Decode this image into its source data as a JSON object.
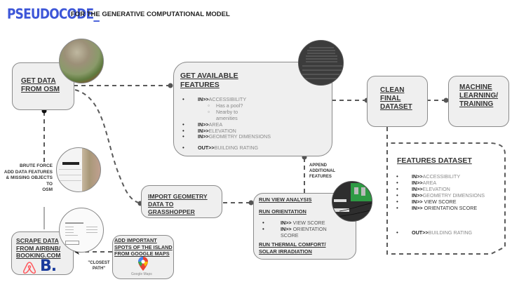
{
  "header": {
    "title": "PSEUDOCODE_",
    "subtitle": "FOR THE GENERATIVE COMPUTATIONAL MODEL",
    "title_color": "#3d56d8"
  },
  "nodes": {
    "get_data_osm": {
      "title_line1": "GET DATA",
      "title_line2": "FROM OSM"
    },
    "get_features": {
      "title_line1": "GET AVAILABLE",
      "title_line2": "FEATURES",
      "items": [
        {
          "prefix": "IN>>",
          "value": "ACCESSIBILITY"
        },
        {
          "sub": "Has a pool?"
        },
        {
          "sub": "Nearby to amenities"
        },
        {
          "prefix": "IN>>",
          "value": "AREA"
        },
        {
          "prefix": "IN>>",
          "value": "ELEVATION"
        },
        {
          "prefix": "IN>>",
          "value": "GEOMETRY DIMENSIONS"
        },
        {
          "prefix": "OUT>>",
          "value": "BUILDING RATING"
        }
      ]
    },
    "clean_dataset": {
      "title_line1": "CLEAN",
      "title_line2": "FINAL",
      "title_line3": "DATASET"
    },
    "ml_training": {
      "title_line1": "MACHINE",
      "title_line2": "LEARNING/",
      "title_line3": "TRAINING"
    },
    "features_dataset": {
      "title": "FEATURES DATASET",
      "items": [
        {
          "prefix": "IN>>",
          "value": "ACCESSIBILITY",
          "light": true
        },
        {
          "prefix": "IN>>",
          "value": "AREA",
          "light": true
        },
        {
          "prefix": "IN>>",
          "value": "ELEVATION",
          "light": true
        },
        {
          "prefix": "IN>>",
          "value": "GEOMETRY DIMENSIONS",
          "light": true
        },
        {
          "prefix": "IN>>",
          "value": " VIEW SCORE",
          "light": false
        },
        {
          "prefix": "IN>>",
          "value": " ORIENTATION SCORE",
          "light": false
        },
        {
          "prefix": "OUT>>",
          "value": "BUILDING RATING",
          "light": true
        }
      ]
    },
    "import_geometry": {
      "title_line1": "IMPORT GEOMETRY",
      "title_line2": "DATA TO GRASSHOPPER"
    },
    "analysis": {
      "step1": "RUN VIEW ANALYSIS",
      "step2": "RUN ORIENTATION",
      "items": [
        {
          "prefix": "IN>>",
          "value": " VIEW SCORE"
        },
        {
          "prefix": "IN>>",
          "value": " ORIENTATION SCORE"
        }
      ],
      "step3_line1": "RUN THERMAL COMFORT/",
      "step3_line2": "SOLAR IRRADIATION"
    },
    "scrape_data": {
      "title_line1": "SCRAPE DATA",
      "title_line2": "FROM AIRBNB/",
      "title_line3": "BOOKING.COM",
      "logo_booking": "B.",
      "logo_airbnb": "airbnb-logo"
    },
    "google_spots": {
      "title_line1": "ADD IMPORTANT",
      "title_line2": "SPOTS OF THE ISLAND",
      "title_line3": "FROM GOOGLE MAPS",
      "logo_text": "Google Maps"
    }
  },
  "labels": {
    "brute_force": [
      "BRUTE FORCE",
      "ADD DATA FEATURES",
      "& MISSING OBJECTS",
      "TO",
      "OSM"
    ],
    "append": [
      "APPEND",
      "ADDITIONAL",
      "FEATURES"
    ],
    "closest_path": [
      "\"CLOSEST",
      "PATH\""
    ]
  },
  "thumbnails": {
    "osm": "aerial-photo-thumbnail",
    "features": "data-table-thumbnail",
    "osm_editor": "osm-editor-thumbnail",
    "airbnb": "airbnb-amenities-thumbnail",
    "grasshopper": "grasshopper-canvas-thumbnail"
  },
  "colors": {
    "box_fill": "#efefef",
    "box_border": "#8a8a8a",
    "connector": "#555555",
    "booking_blue": "#1a3b9c",
    "airbnb_red": "#ff5a5f"
  }
}
